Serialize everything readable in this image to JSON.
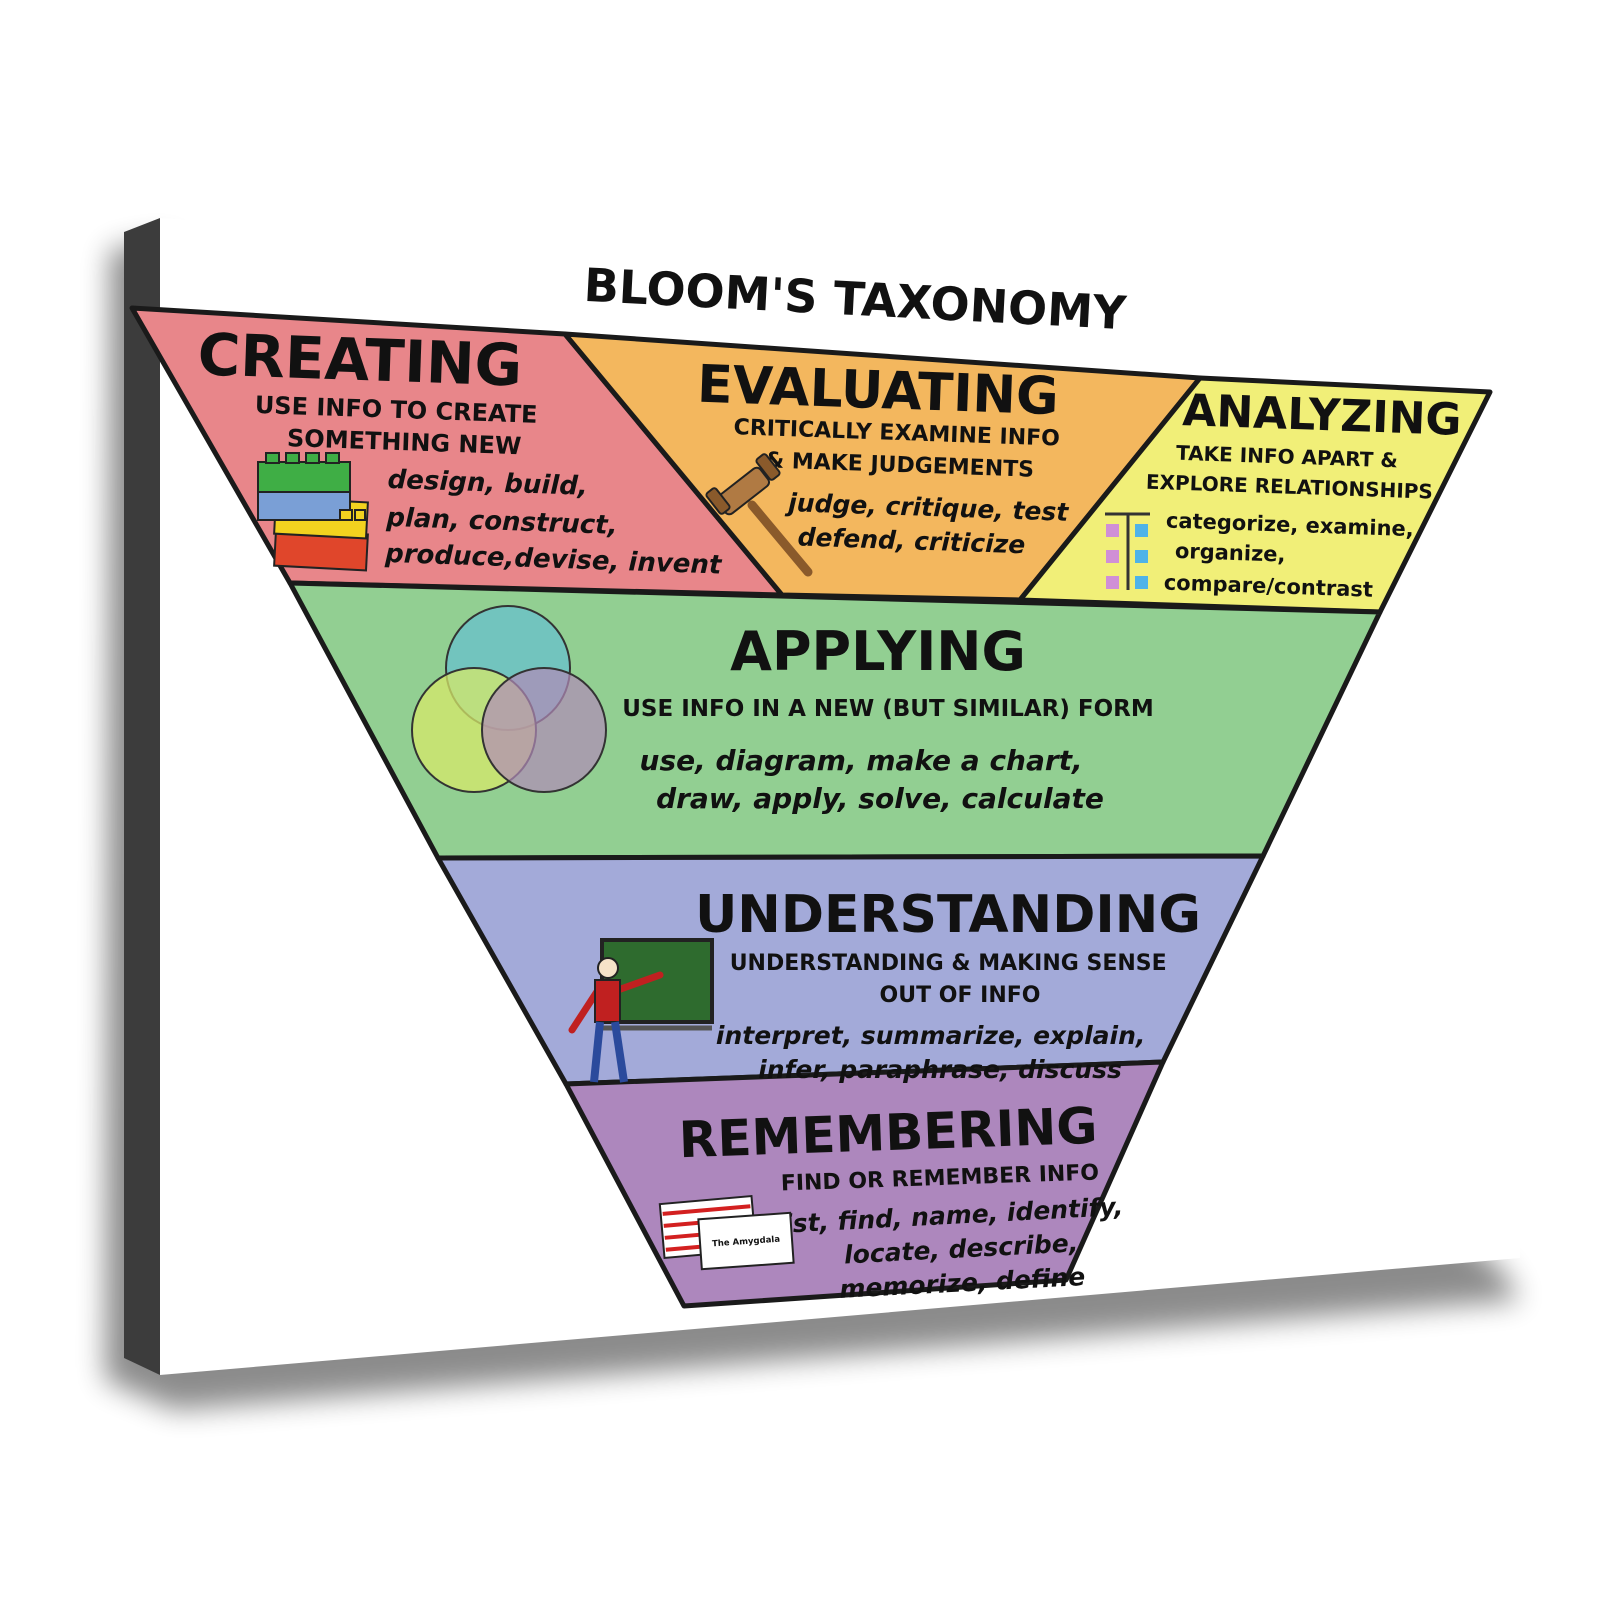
{
  "title": "BLOOM'S TAXONOMY",
  "levels": {
    "creating": {
      "heading": "CREATING",
      "description": [
        "USE INFO TO CREATE",
        "SOMETHING NEW"
      ],
      "verbs": [
        "design, build,",
        "plan, construct,",
        "produce,devise, invent"
      ],
      "color": "#e8868a",
      "icon": "building-blocks-icon"
    },
    "evaluating": {
      "heading": "EVALUATING",
      "description": [
        "CRITICALLY EXAMINE INFO",
        "& MAKE JUDGEMENTS"
      ],
      "verbs": [
        "judge, critique, test",
        "defend, criticize"
      ],
      "color": "#f3b75e",
      "icon": "gavel-icon"
    },
    "analyzing": {
      "heading": "ANALYZING",
      "description": [
        "TAKE INFO APART &",
        "EXPLORE RELATIONSHIPS"
      ],
      "verbs": [
        "categorize, examine,",
        "organize,",
        "compare/contrast"
      ],
      "color": "#f1ef78",
      "icon": "sorting-chart-icon"
    },
    "applying": {
      "heading": "APPLYING",
      "description": [
        "USE INFO IN A NEW (BUT SIMILAR) FORM"
      ],
      "verbs": [
        "use, diagram, make a chart,",
        "draw, apply, solve, calculate"
      ],
      "color": "#92cf92",
      "icon": "venn-diagram-icon"
    },
    "understanding": {
      "heading": "UNDERSTANDING",
      "description": [
        "UNDERSTANDING & MAKING SENSE",
        "OUT OF INFO"
      ],
      "verbs": [
        "interpret, summarize, explain,",
        "infer, paraphrase, discuss"
      ],
      "color": "#a3aad9",
      "icon": "teacher-chalkboard-icon"
    },
    "remembering": {
      "heading": "REMEMBERING",
      "description": [
        "FIND OR REMEMBER INFO"
      ],
      "verbs": [
        "list, find, name, identify,",
        "locate, describe,",
        "memorize, define"
      ],
      "color": "#ad87bd",
      "icon": "flashcards-icon",
      "flashcard_text": "The Amygdala"
    }
  }
}
